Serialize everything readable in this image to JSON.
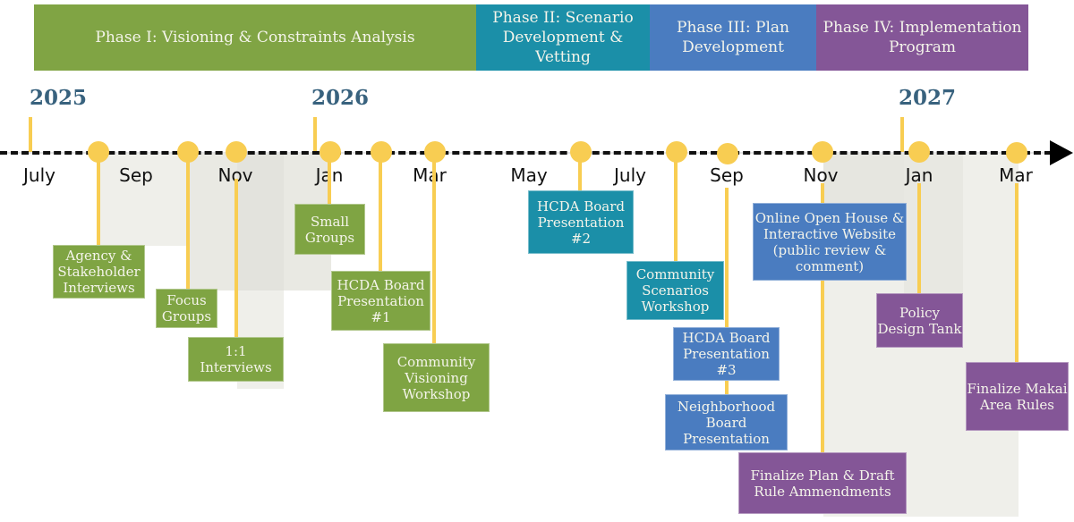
{
  "phases": [
    {
      "label": "Phase I: Visioning & Constraints Analysis",
      "color": "#80a444"
    },
    {
      "label": "Phase II: Scenario Development & Vetting",
      "color": "#1b8fa8"
    },
    {
      "label": "Phase III: Plan Development",
      "color": "#4a7cc0"
    },
    {
      "label": "Phase IV: Implementation Program",
      "color": "#845697"
    }
  ],
  "years": [
    "2025",
    "2026",
    "2027"
  ],
  "months": [
    "July",
    "Sep",
    "Nov",
    "Jan",
    "Mar",
    "May",
    "July",
    "Sep",
    "Nov",
    "Jan",
    "Mar"
  ],
  "colors": {
    "marker": "#f8cd52",
    "year_text": "#38627e",
    "axis": "#111111",
    "shade_light": "#efefea",
    "shade_dark": "#e5e5df"
  },
  "events": [
    {
      "label": "Agency & Stakeholder Interviews",
      "phase": "I"
    },
    {
      "label": "Focus Groups",
      "phase": "I"
    },
    {
      "label": "1:1 Interviews",
      "phase": "I"
    },
    {
      "label": "Small Groups",
      "phase": "I"
    },
    {
      "label": "HCDA Board Presentation #1",
      "phase": "I"
    },
    {
      "label": "Community Visioning Workshop",
      "phase": "I"
    },
    {
      "label": "HCDA Board Presentation #2",
      "phase": "II"
    },
    {
      "label": "Community Scenarios Workshop",
      "phase": "II"
    },
    {
      "label": "HCDA Board Presentation #3",
      "phase": "III"
    },
    {
      "label": "Neighborhood Board Presentation",
      "phase": "III"
    },
    {
      "label": "Online Open House & Interactive Website (public review & comment)",
      "phase": "III"
    },
    {
      "label": "Policy Design Tank",
      "phase": "IV"
    },
    {
      "label": "Finalize Plan & Draft Rule Ammendments",
      "phase": "IV"
    },
    {
      "label": "Finalize Makai Area Rules",
      "phase": "IV"
    }
  ]
}
